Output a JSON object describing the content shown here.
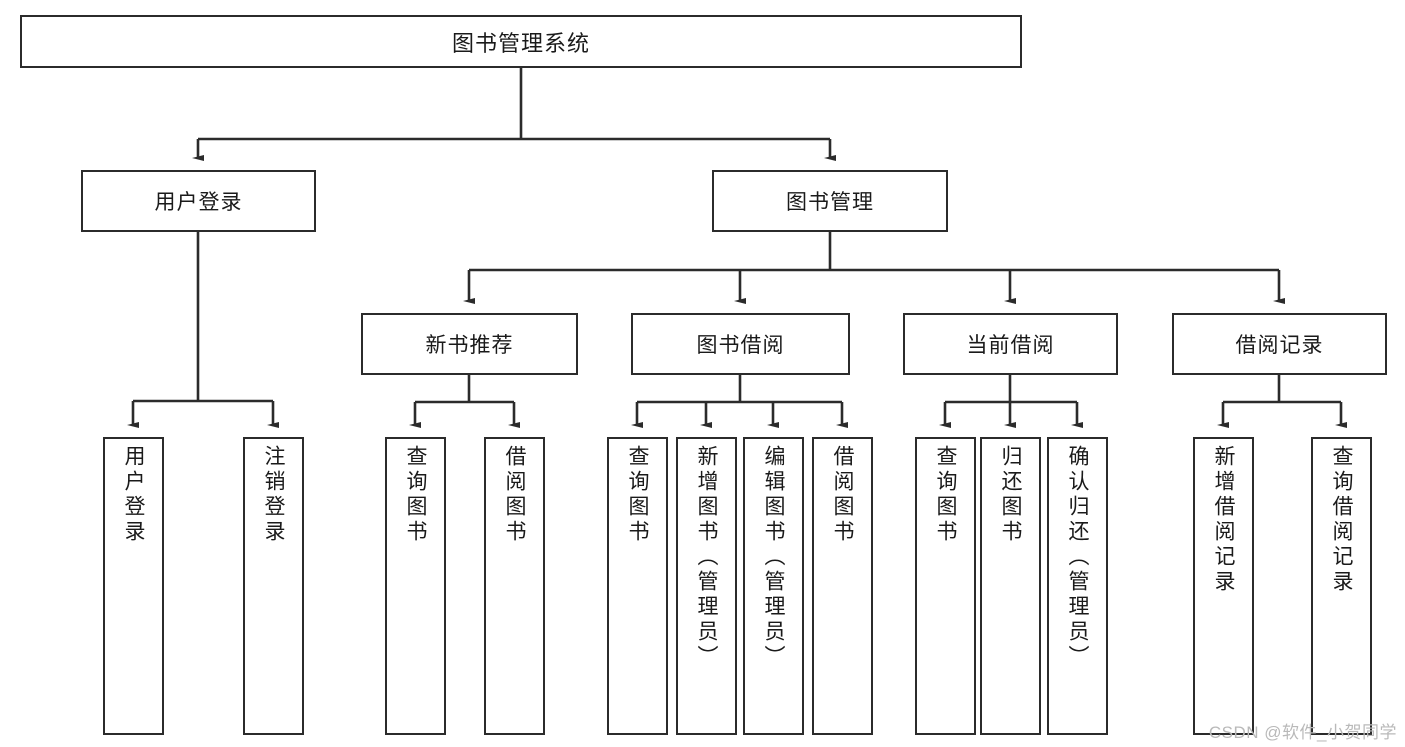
{
  "diagram": {
    "title": "图书管理系统",
    "watermark": "CSDN @软件_小贺同学",
    "accent_color": "#2b2b2b",
    "background_color": "#ffffff",
    "nodes": {
      "root": {
        "label": "图书管理系统"
      },
      "level2": [
        {
          "id": "user-login",
          "label": "用户登录"
        },
        {
          "id": "book-management",
          "label": "图书管理"
        }
      ],
      "level3": [
        {
          "id": "new-book-recommend",
          "label": "新书推荐"
        },
        {
          "id": "book-borrow",
          "label": "图书借阅"
        },
        {
          "id": "current-borrow",
          "label": "当前借阅"
        },
        {
          "id": "borrow-record",
          "label": "借阅记录"
        }
      ],
      "leaves": [
        {
          "id": "leaf-user-login",
          "label": "用户登录"
        },
        {
          "id": "leaf-logout",
          "label": "注销登录"
        },
        {
          "id": "leaf-query-book-1",
          "label": "查询图书"
        },
        {
          "id": "leaf-borrow-book-1",
          "label": "借阅图书"
        },
        {
          "id": "leaf-query-book-2",
          "label": "查询图书"
        },
        {
          "id": "leaf-add-book",
          "label": "新增图书（管理员）"
        },
        {
          "id": "leaf-edit-book",
          "label": "编辑图书（管理员）"
        },
        {
          "id": "leaf-borrow-book-2",
          "label": "借阅图书"
        },
        {
          "id": "leaf-query-book-3",
          "label": "查询图书"
        },
        {
          "id": "leaf-return-book",
          "label": "归还图书"
        },
        {
          "id": "leaf-confirm-return",
          "label": "确认归还（管理员）"
        },
        {
          "id": "leaf-add-record",
          "label": "新增借阅记录"
        },
        {
          "id": "leaf-query-record",
          "label": "查询借阅记录"
        }
      ]
    }
  }
}
